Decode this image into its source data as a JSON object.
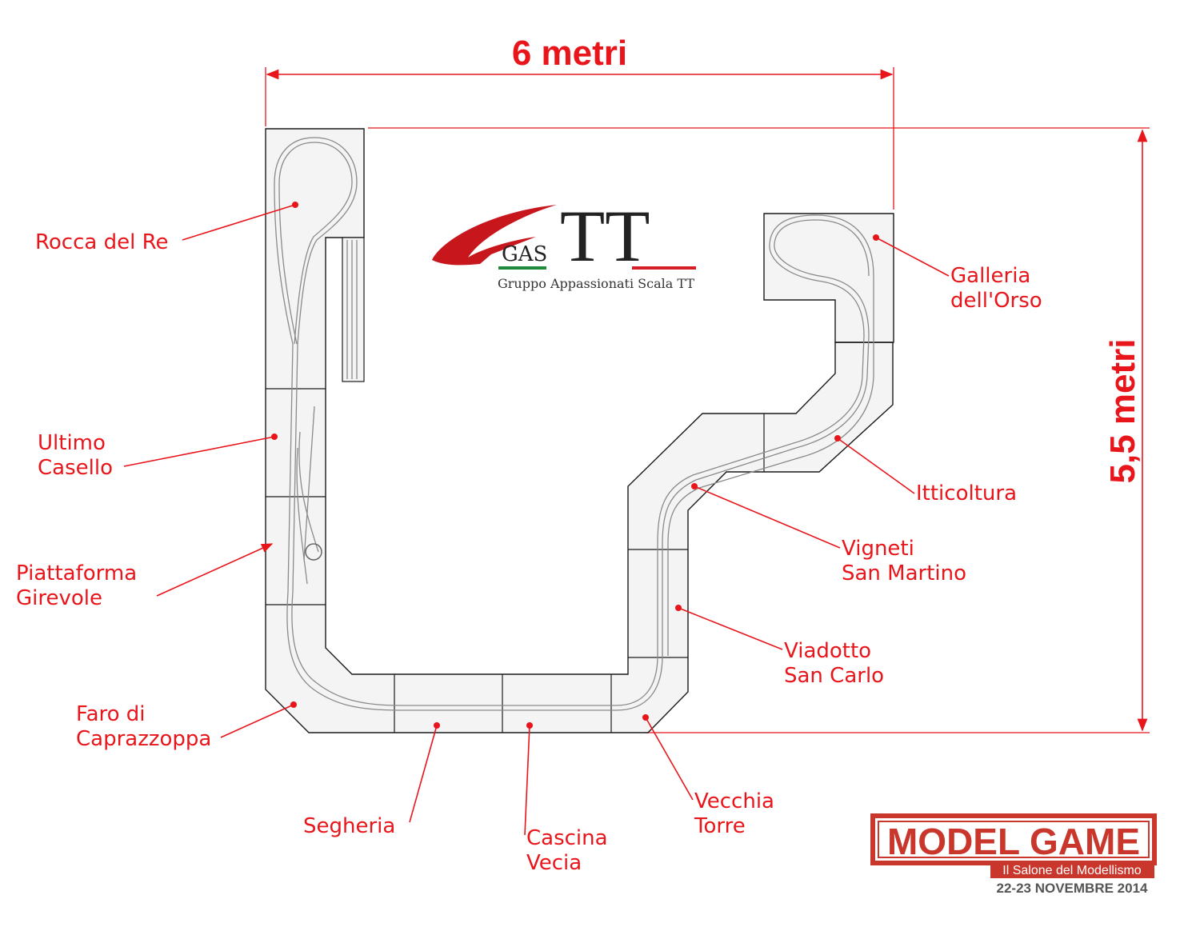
{
  "dimensions": {
    "width_label": "6 metri",
    "height_label": "5,5 metri"
  },
  "logo_gastt": {
    "mark": "GAS",
    "letters": "TT",
    "tagline": "Gruppo Appassionati Scala TT",
    "colors": {
      "swoosh": "#c8161d",
      "flag_green": "#1f8a3a",
      "flag_red": "#d41f26",
      "type": "#222222"
    }
  },
  "labels": {
    "rocca": [
      "Rocca del Re"
    ],
    "ultimo": [
      "Ultimo",
      "Casello"
    ],
    "piattaforma": [
      "Piattaforma",
      "Girevole"
    ],
    "faro": [
      "Faro di",
      "Caprazzoppa"
    ],
    "segheria": [
      "Segheria"
    ],
    "cascina": [
      "Cascina",
      "Vecia"
    ],
    "vecchia": [
      "Vecchia",
      "Torre"
    ],
    "viadotto": [
      "Viadotto",
      "San Carlo"
    ],
    "vigneti": [
      "Vigneti",
      "San Martino"
    ],
    "itticoltura": [
      "Itticoltura"
    ],
    "galleria": [
      "Galleria",
      "dell'Orso"
    ]
  },
  "logo_modelgame": {
    "title": "MODEL GAME",
    "subtitle": "Il Salone del Modellismo",
    "dates": "22-23 NOVEMBRE 2014",
    "colors": {
      "frame": "#c9362b",
      "dates": "#555555"
    }
  },
  "colors": {
    "annotation": "#e8151b",
    "board_fill": "#f4f4f4",
    "board_edge": "#1a1a1a",
    "track": "#8a8a8a"
  }
}
